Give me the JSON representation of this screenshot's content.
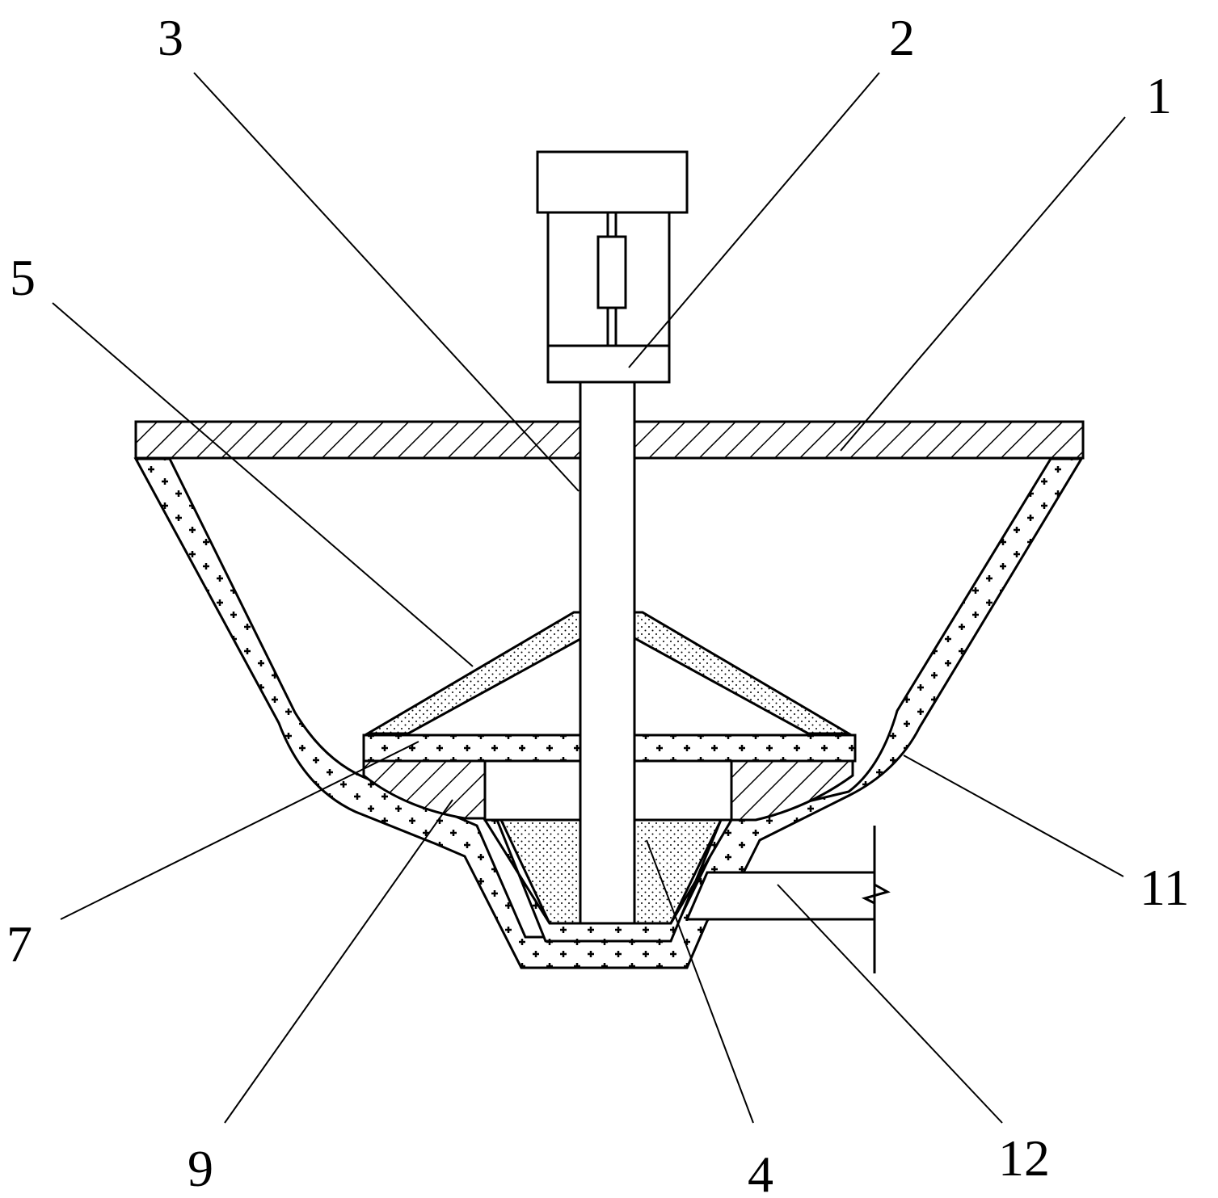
{
  "labels": {
    "l1": "1",
    "l2": "2",
    "l3": "3",
    "l4": "4",
    "l5": "5",
    "l7": "7",
    "l9": "9",
    "l11": "11",
    "l12": "12"
  }
}
